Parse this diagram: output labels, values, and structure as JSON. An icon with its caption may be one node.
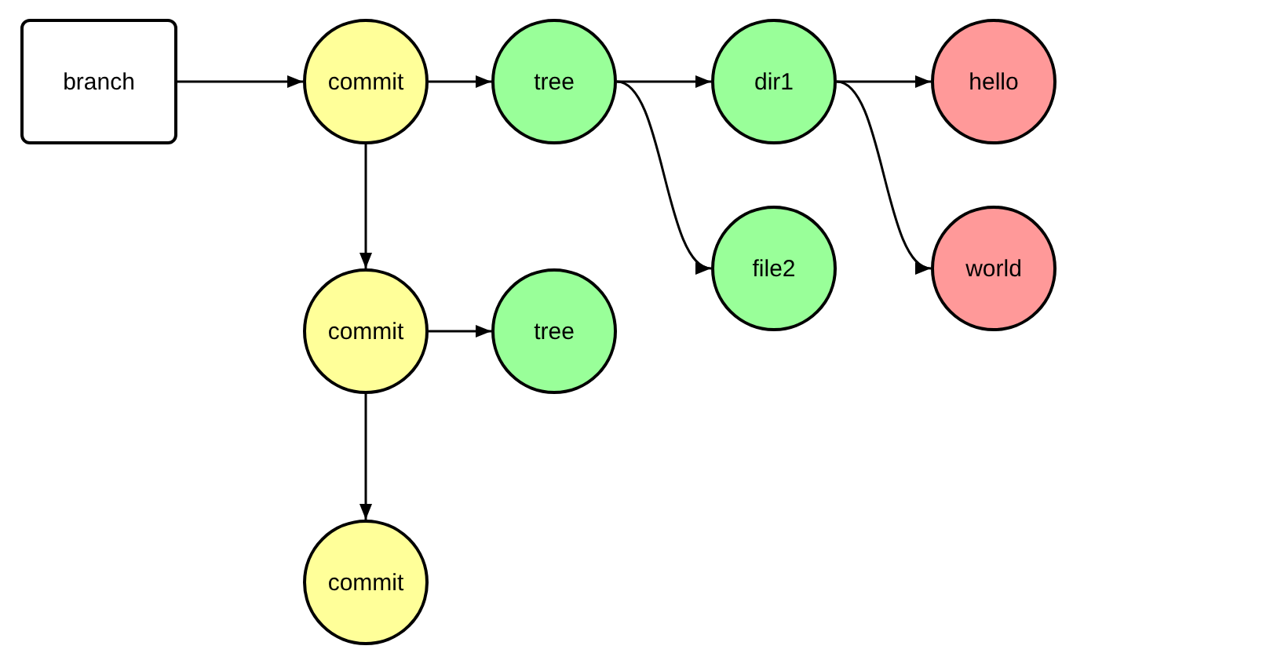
{
  "diagram": {
    "nodes": [
      {
        "text": [
          "branch"
        ]
      },
      {
        "text": [
          "commit"
        ]
      },
      {
        "text": [
          "tree"
        ]
      },
      {
        "text": [
          "dir1"
        ]
      },
      {
        "text": [
          "hello"
        ]
      },
      {
        "text": [
          "file2"
        ]
      },
      {
        "text": [
          "world"
        ]
      },
      {
        "text": [
          "commit"
        ]
      },
      {
        "text": [
          "tree"
        ]
      },
      {
        "text": [
          "commit"
        ]
      }
    ],
    "edges": [
      {
        "from": 0,
        "to": 1,
        "arrow": "to"
      },
      {
        "from": 1,
        "to": 2,
        "arrow": "to"
      },
      {
        "from": 2,
        "to": 3,
        "arrow": "to"
      },
      {
        "from": 3,
        "to": 4,
        "arrow": "to"
      },
      {
        "from": 2,
        "to": 5,
        "arrow": "to"
      },
      {
        "from": 3,
        "to": 6,
        "arrow": "to"
      },
      {
        "from": 1,
        "to": 7,
        "arrow": "to"
      },
      {
        "from": 7,
        "to": 8,
        "arrow": "to"
      },
      {
        "from": 7,
        "to": 9,
        "arrow": "to"
      }
    ]
  }
}
